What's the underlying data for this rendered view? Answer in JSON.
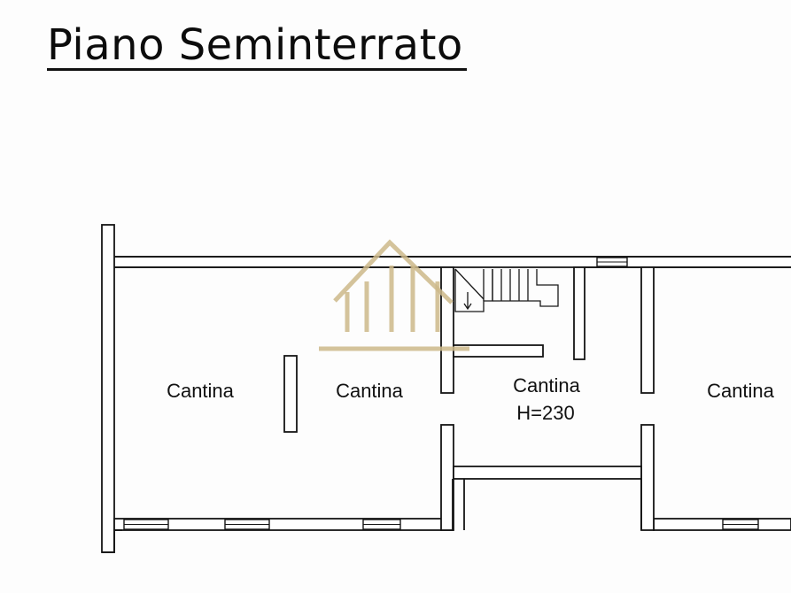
{
  "plan": {
    "title": "Piano Seminterrato",
    "rooms": [
      {
        "label": "Cantina"
      },
      {
        "label": "Cantina"
      },
      {
        "label": "Cantina",
        "height": "H=230"
      },
      {
        "label": "Cantina"
      }
    ]
  },
  "colors": {
    "ink": "#151515",
    "watermark": "#cdb98a",
    "paper": "#fdfdfd"
  },
  "icons": {
    "watermark": "house-logo-icon",
    "stairs": "staircase-icon"
  }
}
